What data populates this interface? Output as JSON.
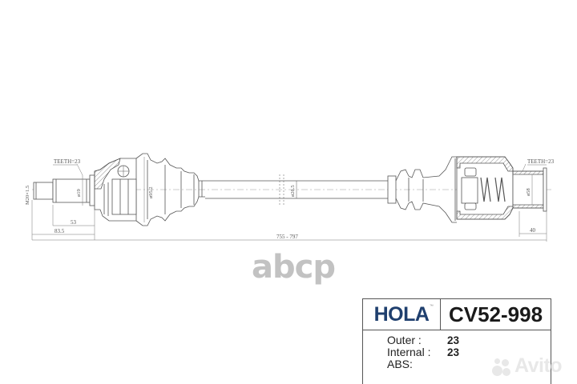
{
  "drawing": {
    "title": "CV axle shaft technical drawing",
    "dimensions": {
      "outer_thread": "M20×1.5",
      "outer_teeth": "TEETH=23",
      "outer_spline_diameter": "ø19",
      "outer_boot_diameter": "ø95.2",
      "shaft_diameter": "ø26.5",
      "inner_diameter": "ø58",
      "inner_teeth": "TEETH=23",
      "outer_length_53": "53",
      "outer_length_83_5": "83.5",
      "total_length": "755 - 797",
      "inner_length": "40"
    }
  },
  "infobox": {
    "brand": "HOLA",
    "brand_tm": "™",
    "brand_color": "#1f3f6e",
    "part_number": "CV52-998",
    "specs": [
      {
        "label": "Outer :",
        "value": "23"
      },
      {
        "label": "Internal :",
        "value": "23"
      },
      {
        "label": "ABS:",
        "value": ""
      }
    ]
  },
  "watermarks": {
    "center": "abcp",
    "corner": "Avito"
  }
}
